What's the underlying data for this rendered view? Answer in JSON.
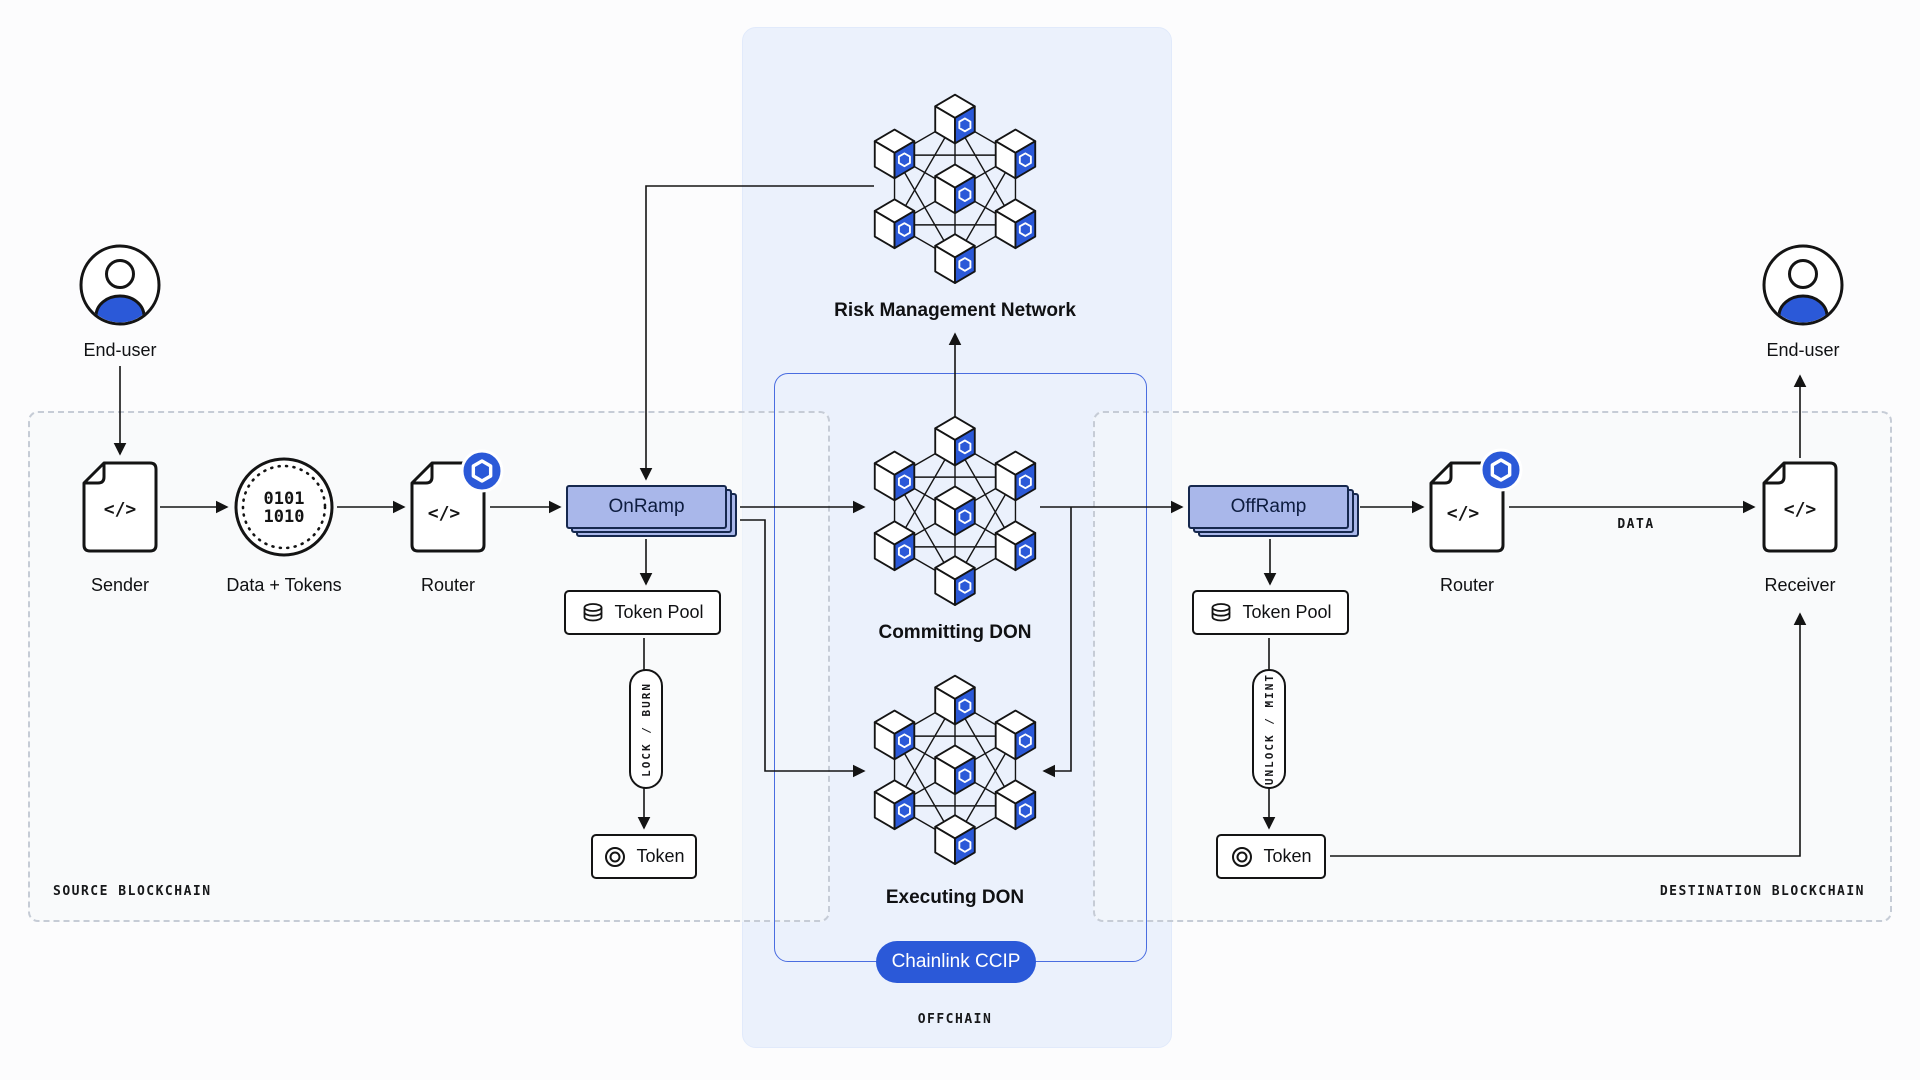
{
  "glyphs": {
    "code": "</>"
  },
  "source": {
    "region_label": "SOURCE BLOCKCHAIN",
    "end_user_label": "End-user",
    "sender_label": "Sender",
    "data_tokens_label": "Data + Tokens",
    "data_bits": {
      "line1": "0101",
      "line2": "1010"
    },
    "router_label": "Router",
    "onramp_label": "OnRamp",
    "token_pool_label": "Token Pool",
    "lock_burn_label": "LOCK / BURN",
    "token_label": "Token"
  },
  "offchain": {
    "region_label": "OFFCHAIN",
    "risk_management_label": "Risk Management Network",
    "committing_don_label": "Committing DON",
    "executing_don_label": "Executing DON",
    "ccip_badge_label": "Chainlink CCIP"
  },
  "destination": {
    "region_label": "DESTINATION BLOCKCHAIN",
    "offramp_label": "OffRamp",
    "token_pool_label": "Token Pool",
    "unlock_mint_label": "UNLOCK / MINT",
    "token_label": "Token",
    "router_label": "Router",
    "receiver_label": "Receiver",
    "end_user_label": "End-user",
    "data_arrow_label": "DATA"
  },
  "colors": {
    "accent_blue": "#2b59d8",
    "ramp_fill": "#a9b7ea",
    "offchain_panel": "#ebf1fc",
    "line_dark": "#141414"
  }
}
